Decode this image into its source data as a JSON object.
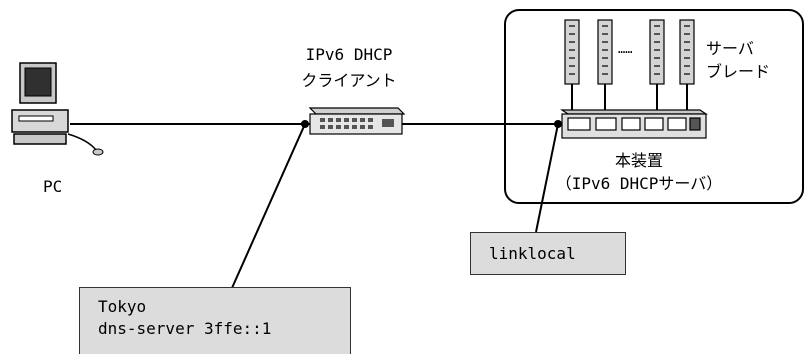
{
  "client_label_line1": "IPv6 DHCP",
  "client_label_line2": "クライアント",
  "pc_label": "PC",
  "server_blade_label_line1": "サーバ",
  "server_blade_label_line2": "ブレード",
  "server_dots": "……",
  "device_label_line1": "本装置",
  "device_label_line2": "（IPv6 DHCPサーバ）",
  "linklocal_box": "linklocal",
  "config_box": {
    "line1": "Tokyo",
    "line2": "dns-server 3ffe::1"
  }
}
